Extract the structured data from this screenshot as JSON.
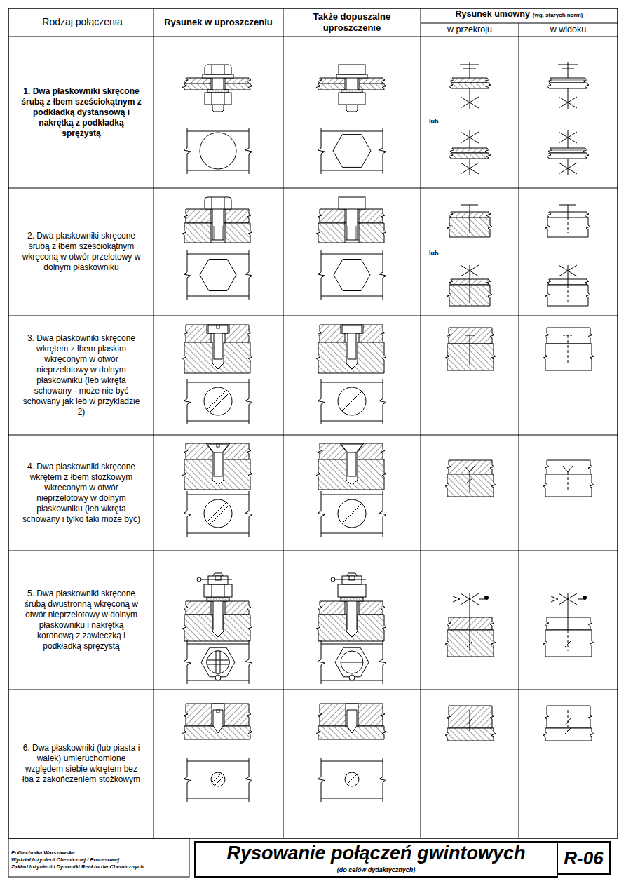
{
  "diagram": {
    "title": "Rysowanie połączeń gwintowych",
    "caption": "(do celów dydaktycznych)",
    "labels": [
      "Rodzaj połączenia",
      "Rysunek w uproszczeniu",
      "Także dopuszalne uproszczenie",
      "Rysunek umowny",
      "(wg. starych norm)",
      "w przekroju",
      "w widoku",
      "1. Dwa płaskowniki skręcone śrubą z łbem sześciokątnym z podkładką dystansową i nakrętką z podkładką sprężystą",
      "lub",
      "2. Dwa płaskowniki skręcone śrubą z łbem sześciokątnym wkręconą w otwór przelotowy w dolnym płaskowniku",
      "lub",
      "3. Dwa płaskowniki skręcone wkrętem z łbem płaskim wkręconym w otwór nieprzelotowy w dolnym płaskowniku (łeb wkręta schowany - może nie być schowany jak łeb w przykładzie 2)",
      "4. Dwa płaskowniki skręcone wkrętem z łbem stożkowym wkręconym w otwór nieprzelotowy w dolnym płaskowniku (łeb wkręta schowany i tylko taki może być)",
      "5. Dwa płaskowniki skręcone śrubą dwustronną wkręconą w otwór nieprzelotowy w dolnym płaskowniku i nakrętką koronową z zawleczką i podkładką sprężystą",
      "6. Dwa płaskowniki (lub piasta i wałek) umieruchomione względem siebie wkrętem bez łba z zakończeniem stożkowym",
      "Politechnika Warszawska",
      "Wydział Inżynierii Chemicznej i Procesowej",
      "Zakład Inżynierii i Dynamiki Reaktorów Chemicznych",
      "R-06"
    ]
  }
}
